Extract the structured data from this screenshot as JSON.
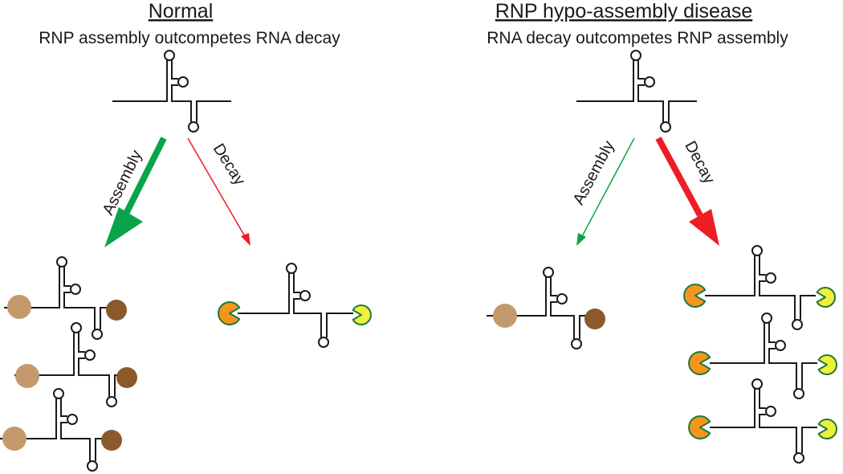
{
  "panels": {
    "normal": {
      "title": "Normal",
      "subtitle": "RNP assembly outcompetes RNA decay",
      "assembly_label": "Assembly",
      "decay_label": "Decay",
      "assembled_rna_count": 3,
      "decayed_rna_count": 1
    },
    "disease": {
      "title": "RNP hypo-assembly disease",
      "subtitle": "RNA decay outcompetes RNP assembly",
      "assembly_label": "Assembly",
      "decay_label": "Decay",
      "assembled_rna_count": 1,
      "decayed_rna_count": 3
    }
  },
  "colors": {
    "assembly_arrow": "#0aa34a",
    "decay_arrow": "#ee1c25",
    "rna_line": "#1a1a1a",
    "protein_5prime": "#c49a6c",
    "protein_3prime": "#8b5a2b",
    "exonuclease_5prime_fill": "#f7941d",
    "exonuclease_3prime_fill": "#f0ef3a",
    "exonuclease_outline": "#1b7a3a"
  },
  "icons": {
    "rna": "hairpin-rna-icon",
    "protein_5prime": "circle-protein-icon",
    "protein_3prime": "circle-protein-icon",
    "exonuclease": "pacman-exonuclease-icon"
  }
}
